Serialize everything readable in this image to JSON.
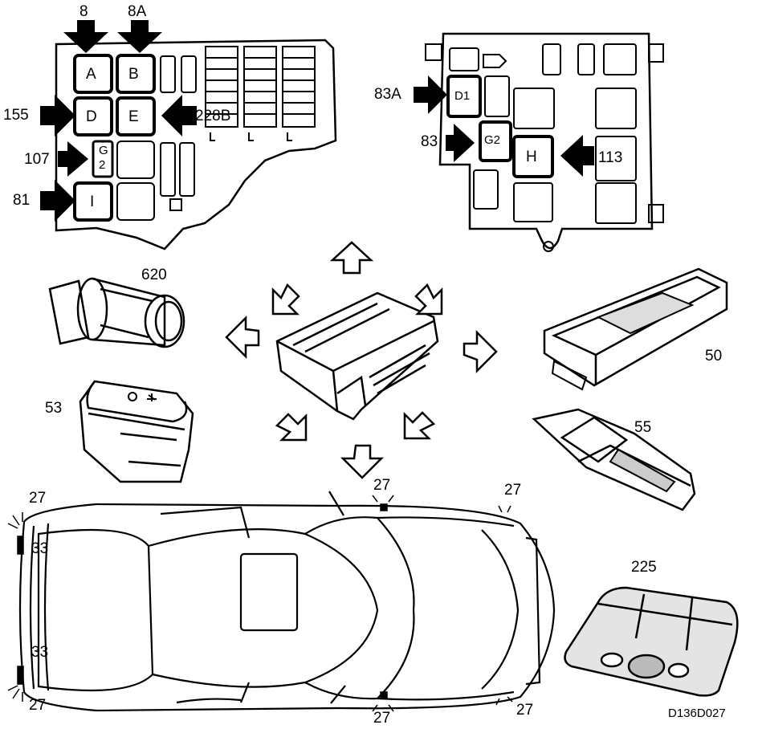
{
  "diagram": {
    "code": "D136D027",
    "labels": {
      "fuse_box_left": {
        "top_8": "8",
        "top_8a": "8A",
        "side_155": "155",
        "side_107": "107",
        "side_81": "81",
        "mid_228b": "228B",
        "relay_a": "A",
        "relay_b": "B",
        "relay_d": "D",
        "relay_e": "E",
        "relay_g2": "G\n2",
        "relay_i": "I"
      },
      "fuse_box_right": {
        "side_83a": "83A",
        "side_83": "83",
        "side_113": "113",
        "relay_d1": "D1",
        "relay_g2": "G2",
        "relay_h": "H"
      },
      "components": {
        "bulb_socket": "620",
        "window_switch": "50",
        "dimmer_switch": "53",
        "door_contact": "55",
        "courtesy_light": "225"
      },
      "car": {
        "front_left_27": "27",
        "front_mid_27": "27",
        "front_right_27": "27",
        "rear_left_27": "27",
        "rear_mid_27": "27",
        "rear_right_27": "27",
        "front_33": "33",
        "rear_33": "33"
      }
    }
  }
}
